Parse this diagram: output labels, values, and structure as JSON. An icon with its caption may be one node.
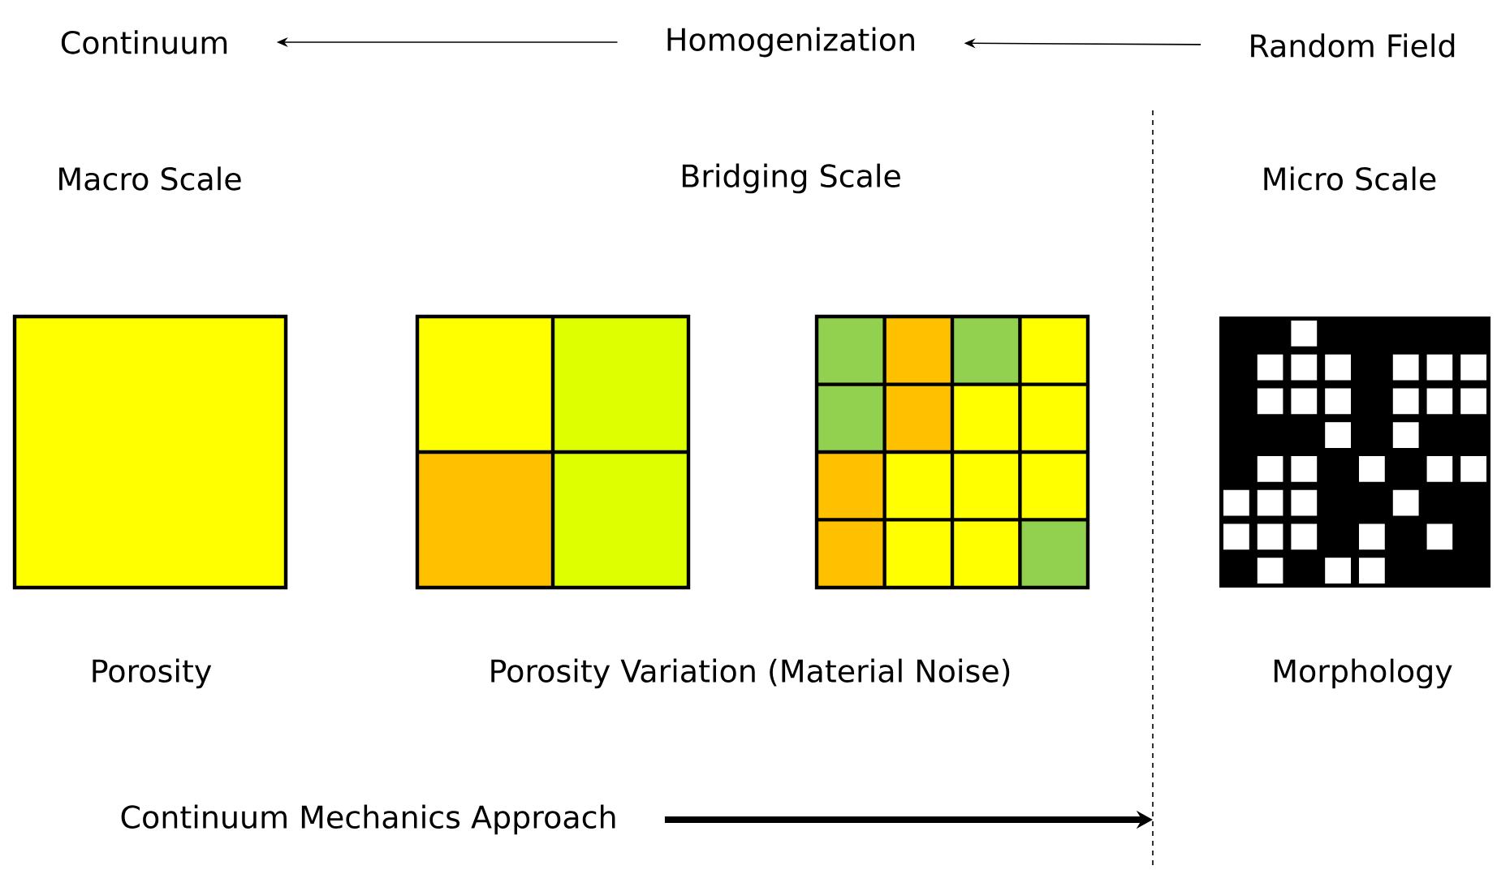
{
  "diagram": {
    "nodes": [
      {
        "text": [
          "Continuum"
        ]
      },
      {
        "text": [
          "Homogenization"
        ]
      },
      {
        "text": [
          "Random Field"
        ]
      },
      {
        "text": [
          "Continuum Mechanics Approach"
        ]
      }
    ],
    "edges": [
      {
        "from": 1,
        "to": 0,
        "arrow": "to"
      },
      {
        "from": 2,
        "to": 1,
        "arrow": "to"
      },
      {
        "from": 3,
        "to": null,
        "arrow": "to",
        "style": "thick"
      }
    ],
    "labels": [
      "Macro Scale",
      "Bridging Scale",
      "Micro Scale",
      "Porosity",
      "Porosity Variation (Material Noise)",
      "Morphology"
    ]
  }
}
